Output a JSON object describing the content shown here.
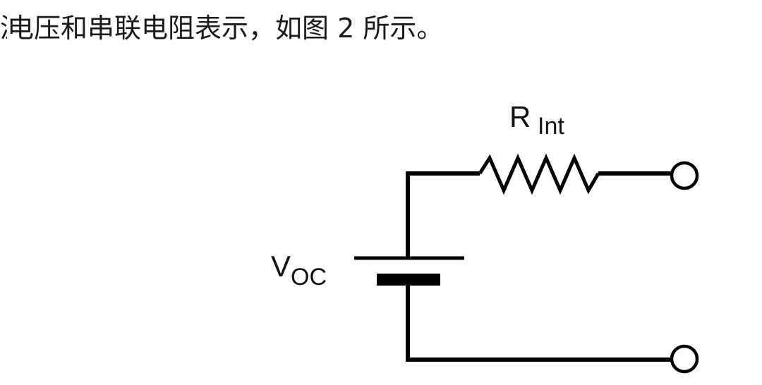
{
  "caption": {
    "clipped_char": "源",
    "text": "电压和串联电阻表示，如图 2 所示。"
  },
  "diagram": {
    "resistor_label": {
      "main": "R",
      "sub": "Int"
    },
    "source_label": {
      "main": "V",
      "sub": "OC"
    },
    "colors": {
      "stroke": "#000000",
      "text": "#111111"
    }
  }
}
